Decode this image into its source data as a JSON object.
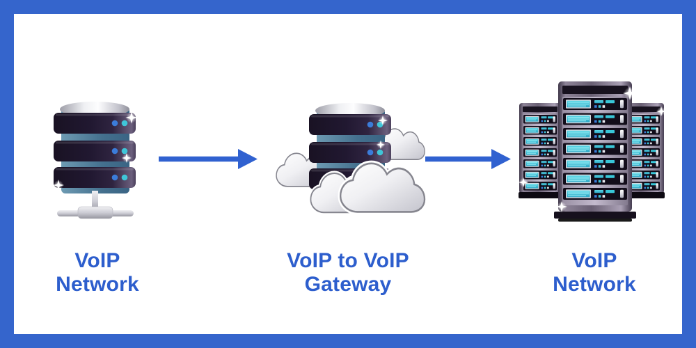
{
  "diagram_type": "voip-network-flow",
  "colors": {
    "border": "#3565cc",
    "arrow": "#3061d0",
    "label": "#2d5ecd",
    "background": "#ffffff",
    "icon_blue": "#3b7cd9",
    "icon_teal": "#3fc6d8"
  },
  "nodes": [
    {
      "id": "voip-network-left",
      "icon": "database-server-icon",
      "label_lines": [
        "VoIP",
        "Network"
      ]
    },
    {
      "id": "voip-gateway",
      "icon": "cloud-database-server-icon",
      "label_lines": [
        "VoIP to VoIP",
        "Gateway"
      ]
    },
    {
      "id": "voip-network-right",
      "icon": "server-rack-cluster-icon",
      "label_lines": [
        "VoIP",
        "Network"
      ]
    }
  ],
  "connectors": [
    {
      "from": "voip-network-left",
      "to": "voip-gateway",
      "type": "arrow-right"
    },
    {
      "from": "voip-gateway",
      "to": "voip-network-right",
      "type": "arrow-right"
    }
  ]
}
